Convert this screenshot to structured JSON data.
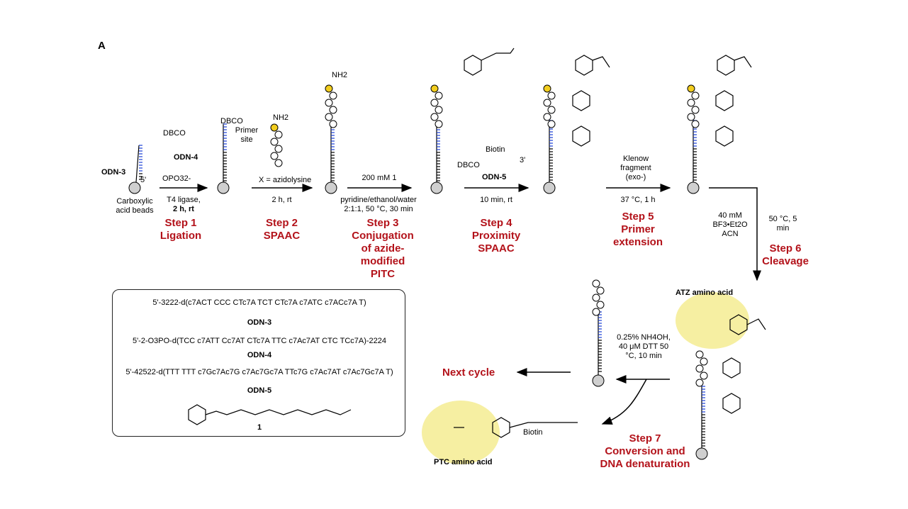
{
  "panel_label": "A",
  "labels": {
    "odn3": "ODN-3",
    "five_prime": "5'",
    "beads": "Carboxylic acid beads",
    "dbco_top": "DBCO",
    "odn4": "ODN-4",
    "opo3": "OPO32-",
    "dbco_primer": "DBCO",
    "primer_site": "Primer site",
    "nh2": "NH2",
    "azidolysine_note": "X = azidolysine",
    "biotin": "Biotin",
    "dbco_odn5": "DBCO",
    "three_prime": "3'",
    "odn5": "ODN-5",
    "klenow": "Klenow fragment (exo-)",
    "atz": "ATZ amino acid",
    "ptc": "PTC amino acid",
    "next_cycle": "Next cycle",
    "linker_num": "1"
  },
  "steps": [
    {
      "cond_top": "T4 ligase,",
      "cond_bottom": "2 h, rt",
      "title": "Step 1",
      "subtitle": "Ligation"
    },
    {
      "cond_top": "",
      "cond_bottom": "2 h, rt",
      "title": "Step 2",
      "subtitle": "SPAAC"
    },
    {
      "cond_top": "200 mM 1",
      "cond_bottom": "pyridine/ethanol/water 2:1:1, 50 °C, 30 min",
      "title": "Step 3",
      "subtitle": "Conjugation of azide-modified PITC"
    },
    {
      "cond_top": "",
      "cond_bottom": "10 min, rt",
      "title": "Step 4",
      "subtitle": "Proximity SPAAC"
    },
    {
      "cond_top": "",
      "cond_bottom": "37 °C, 1 h",
      "title": "Step 5",
      "subtitle": "Primer extension"
    },
    {
      "cond_left": "40 mM BF3•Et2O ACN",
      "cond_right": "50 °C, 5 min",
      "title": "Step 6",
      "subtitle": "Cleavage"
    },
    {
      "cond": "0.25% NH4OH, 40 μM DTT 50 °C, 10 min",
      "title": "Step 7",
      "subtitle": "Conversion and DNA denaturation"
    }
  ],
  "sequences": {
    "seq1": "5'-3222-d(c7ACT CCC CTc7A TCT CTc7A c7ATC c7ACc7A T)",
    "seq1_name": "ODN-3",
    "seq2": "5'-2-O3PO-d(TCC c7ATT Cc7AT CTc7A TTC c7Ac7AT CTC TCc7A)-2224",
    "seq2_name": "ODN-4",
    "seq3": "5'-42522-d(TTT TTT c7Gc7Ac7G c7Ac7Gc7A TTc7G c7Ac7AT c7Ac7Gc7A T)",
    "seq3_name": "ODN-5"
  },
  "colors": {
    "accent_red": "#b3121a",
    "dna_blue": "#1a3fd6",
    "highlight": "#f6efa2",
    "yellow_bead": "#f2cd1e"
  }
}
